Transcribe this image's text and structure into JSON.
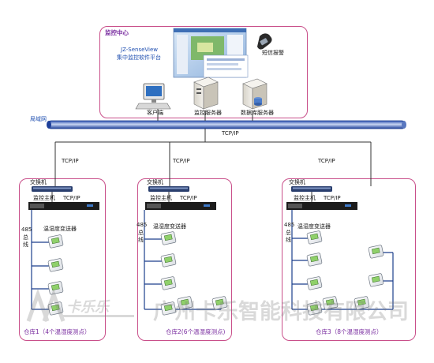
{
  "center": {
    "title": "监控中心",
    "software_name": "JZ-SenseView",
    "software_desc": "集中监控软件平台",
    "sms_label": "短信报警",
    "client_label": "客户端",
    "server_label": "监控服务器",
    "db_label": "数据库服务器"
  },
  "network": {
    "lan_label": "局域网",
    "protocol_label": "TCP/IP",
    "branch_protocol_label": "TCP/IP"
  },
  "warehouse_common": {
    "switch_label": "交换机",
    "host_label": "监控主机",
    "link_label": "TCP/IP",
    "bus_label": [
      "485",
      "总",
      "线"
    ],
    "sensor_label": "温湿度变送器"
  },
  "warehouses": [
    {
      "caption": "仓库1（4个温湿度测点）",
      "sensors": 4
    },
    {
      "caption": "仓库2(6个温湿度测点)",
      "sensors": 6
    },
    {
      "caption": "仓库3（8个温湿度测点）",
      "sensors": 8
    }
  ],
  "watermark": {
    "logo_text": "卡乐乐",
    "company": "广州卡乐智能科技有限公司"
  },
  "colors": {
    "frame": "#c94f8a",
    "bus_line": "#1c3f8c",
    "backbone_start": "#1d3f9a",
    "backbone_mid": "#b9c9ea"
  }
}
